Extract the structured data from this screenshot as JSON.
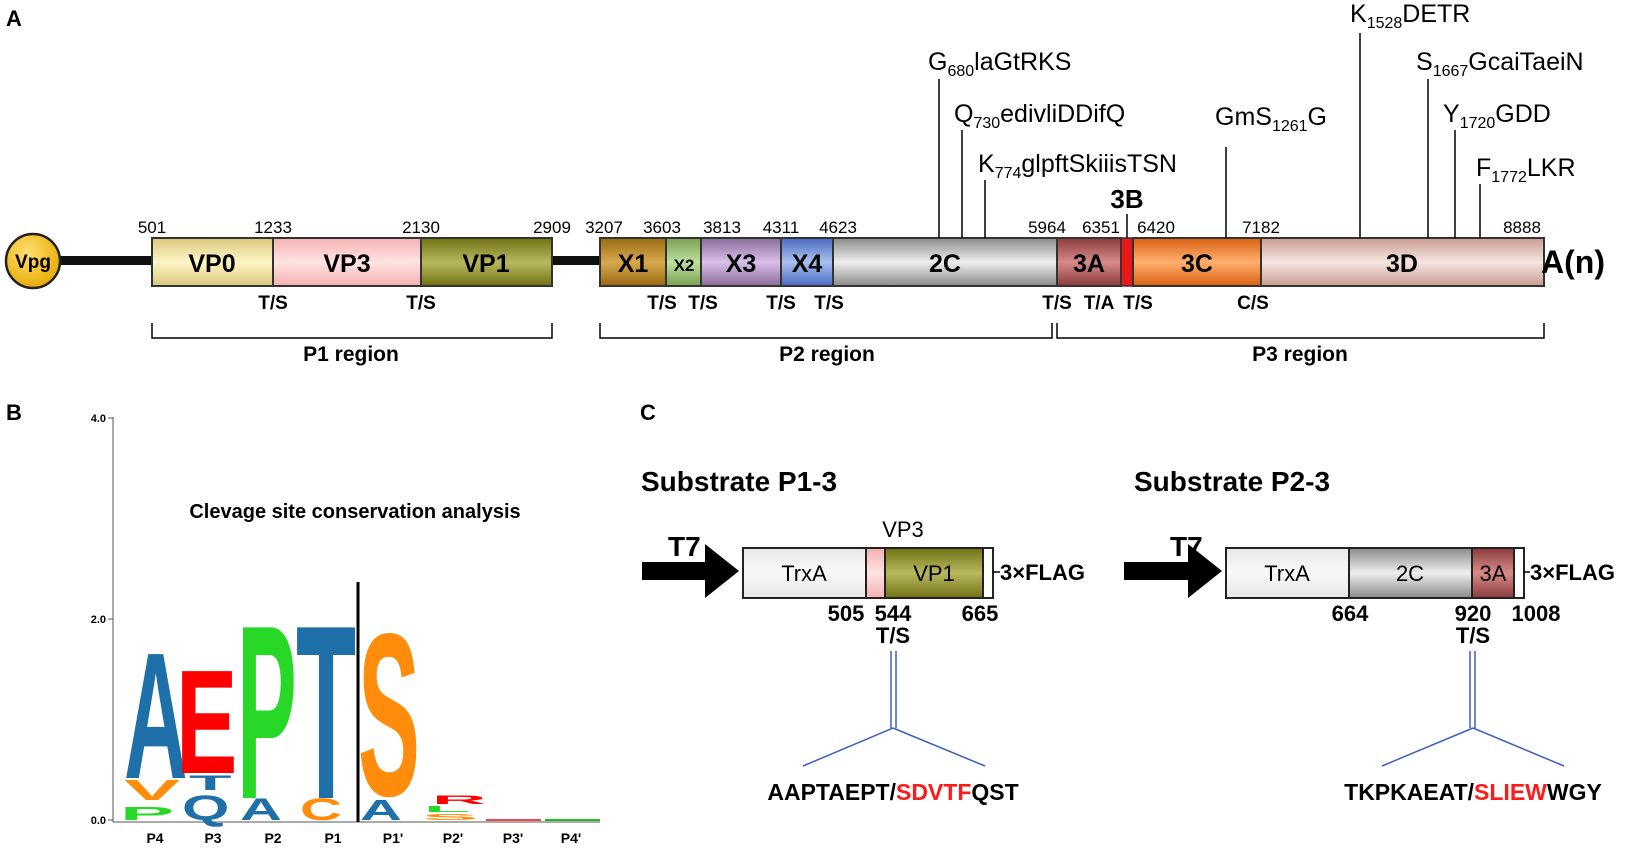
{
  "panel_labels": {
    "a": "A",
    "b": "B",
    "c": "C"
  },
  "panel_a": {
    "vpg": "Vpg",
    "polyA": "A(n)",
    "domains": {
      "vp0": "VP0",
      "vp3": "VP3",
      "vp1": "VP1",
      "x1": "X1",
      "x2": "X2",
      "x3": "X3",
      "x4": "X4",
      "c2": "2C",
      "a3": "3A",
      "b3": "3B",
      "c3": "3C",
      "d3": "3D"
    },
    "positions": [
      "501",
      "1233",
      "2130",
      "2909",
      "3207",
      "3603",
      "3813",
      "4311",
      "4623",
      "5964",
      "6351",
      "6420",
      "7182",
      "8888"
    ],
    "cleavage": [
      "T/S",
      "T/S",
      "T/S",
      "T/S",
      "T/S",
      "T/S",
      "T/S",
      "T/A",
      "T/S",
      "C/S"
    ],
    "regions": {
      "p1": "P1 region",
      "p2": "P2 region",
      "p3": "P3 region"
    },
    "motifs": {
      "g680": {
        "pre": "G",
        "sub": "680",
        "post": "laGtRKS"
      },
      "q730": {
        "pre": "Q",
        "sub": "730",
        "post": "edivliDDifQ"
      },
      "k774": {
        "pre": "K",
        "sub": "774",
        "post": "glpftSkiiisTSN"
      },
      "s1261": {
        "pre": "GmS",
        "sub": "1261",
        "post": "G"
      },
      "k1528": {
        "pre": "K",
        "sub": "1528",
        "post": "DETR"
      },
      "s1667": {
        "pre": "S",
        "sub": "1667",
        "post": "GcaiTaeiN"
      },
      "y1720": {
        "pre": "Y",
        "sub": "1720",
        "post": "GDD"
      },
      "f1772": {
        "pre": "F",
        "sub": "1772",
        "post": "LKR"
      }
    }
  },
  "panel_b": {
    "title": "Clevage site conservation analysis",
    "y_ticks": [
      "4.0",
      "2.0",
      "0.0"
    ],
    "positions": [
      "P4",
      "P3",
      "P2",
      "P1",
      "P1'",
      "P2'",
      "P3'",
      "P4'"
    ],
    "letters": {
      "p4_top": "A",
      "p4_bot": "V",
      "p4_base": "P",
      "p3_top": "E",
      "p3_bot": "T",
      "p3_base": "Q",
      "p2_top": "P",
      "p2_base": "A",
      "p1_top": "T",
      "p1_base": "C",
      "p1p_top": "S",
      "p1p_base": "A",
      "p2p_a": "R",
      "p2p_b": "L",
      "p2p_c": "S"
    },
    "colors": {
      "A": "#1f6fa8",
      "E": "#ff0000",
      "P": "#27d827",
      "T": "#1f6fa8",
      "S": "#ff8c0a",
      "V": "#ff8c0a",
      "Q": "#1f6fa8",
      "C": "#ff8c0a",
      "R": "#ff0000",
      "L": "#27d827"
    }
  },
  "panel_c": {
    "left": {
      "title": "Substrate P1-3",
      "promoter": "T7",
      "trx": "TrxA",
      "vp3": "VP3",
      "vp1": "VP1",
      "flag": "3×FLAG",
      "n505": "505",
      "n544": "544",
      "n665": "665",
      "cleave": "T/S",
      "seq_pre": "AAPTAEPT/",
      "seq_red": "SDVTF",
      "seq_post": "QST"
    },
    "right": {
      "title": "Substrate P2-3",
      "promoter": "T7",
      "trx": "TrxA",
      "c2": "2C",
      "a3": "3A",
      "flag": "3×FLAG",
      "n664": "664",
      "n920": "920",
      "n1008": "1008",
      "cleave": "T/S",
      "seq_pre": "TKPKAEAT/",
      "seq_red": "SLIEW",
      "seq_post": "WGY"
    }
  }
}
